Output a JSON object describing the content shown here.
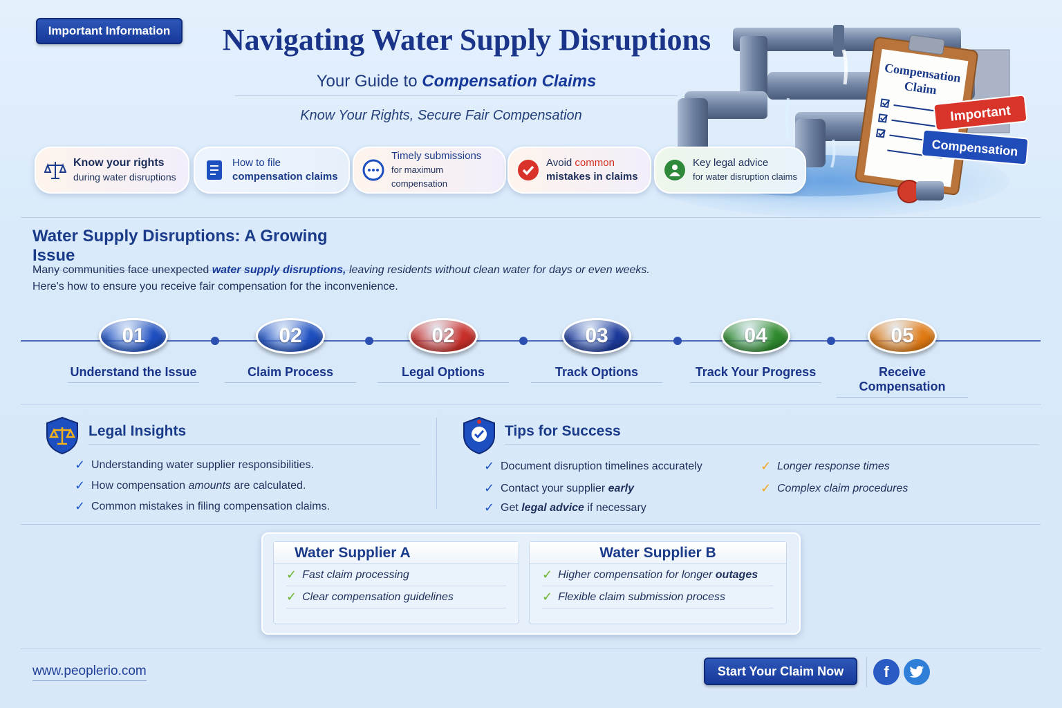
{
  "header": {
    "badge": "Important Information",
    "title": "Navigating Water Supply Disruptions",
    "subtitle_prefix": "Your Guide to ",
    "subtitle_highlight": "Compensation Claims",
    "tagline": "Know Your Rights, Secure Fair Compensation"
  },
  "pills": [
    {
      "line1": "Know your rights",
      "line2": "during water disruptions",
      "icon": "scales-icon"
    },
    {
      "line1": "How to file",
      "line2": "compensation claims",
      "icon": "document-icon"
    },
    {
      "line1": "Timely submissions",
      "line2": "for maximum compensation",
      "icon": "chat-bubble-icon"
    },
    {
      "line1_a": "Avoid ",
      "line1_b": "common",
      "line2": "mistakes in claims",
      "icon": "check-circle-icon"
    },
    {
      "line1": "Key legal advice",
      "line2": "for water disruption claims",
      "icon": "lawyer-icon"
    }
  ],
  "hero": {
    "clipboard_title_1": "Compensation",
    "clipboard_title_2": "Claim",
    "tag_important": "Important",
    "tag_compensation": "Compensation"
  },
  "section1": {
    "title": "Water Supply Disruptions: A Growing Issue",
    "intro_a": "Many communities face unexpected ",
    "intro_highlight": "water supply disruptions,",
    "intro_b": " leaving residents without clean water for days or even weeks.",
    "intro_line2": "Here's how to ensure you receive fair compensation for the inconvenience."
  },
  "steps": [
    {
      "number": "01",
      "label": "Understand the Issue",
      "color": "#1e4fc0"
    },
    {
      "number": "02",
      "label": "Claim Process",
      "color": "#1e4fc0"
    },
    {
      "number": "02",
      "label": "Legal Options",
      "color": "#c8302a"
    },
    {
      "number": "03",
      "label": "Track Options",
      "color": "#1c3a9a"
    },
    {
      "number": "04",
      "label": "Track Your Progress",
      "color": "#2f8a2e"
    },
    {
      "number": "05",
      "label": "Receive Compensation",
      "color": "#e07a14"
    }
  ],
  "legal": {
    "title": "Legal Insights",
    "item1": "Understanding water supplier responsibilities.",
    "item2_a": "How compensation ",
    "item2_b": "amounts",
    "item2_c": " are calculated.",
    "item3": "Common mistakes in filing compensation claims."
  },
  "tips": {
    "title": "Tips for Success",
    "item1": "Document disruption timelines accurately",
    "item2_a": "Contact your supplier ",
    "item2_b": "early",
    "item3_a": "Get ",
    "item3_b": "legal advice",
    "item3_c": " if necessary",
    "warn1": "Longer response times",
    "warn2": "Complex claim procedures"
  },
  "suppliers": {
    "a": {
      "name": "Water Supplier A",
      "item1": "Fast claim processing",
      "item2": "Clear compensation guidelines"
    },
    "b": {
      "name": "Water Supplier B",
      "item1_a": "Higher compensation for longer ",
      "item1_b": "outages",
      "item2": "Flexible claim submission process"
    }
  },
  "footer": {
    "website": "www.peoplerio.com",
    "cta": "Start Your Claim Now",
    "facebook_glyph": "f",
    "twitter_glyph": "t"
  },
  "colors": {
    "brand_blue": "#17399a",
    "title_blue": "#1a348a",
    "accent_red": "#d22a1d",
    "accent_orange": "#f3a21b",
    "check_green": "#6bb32b"
  }
}
